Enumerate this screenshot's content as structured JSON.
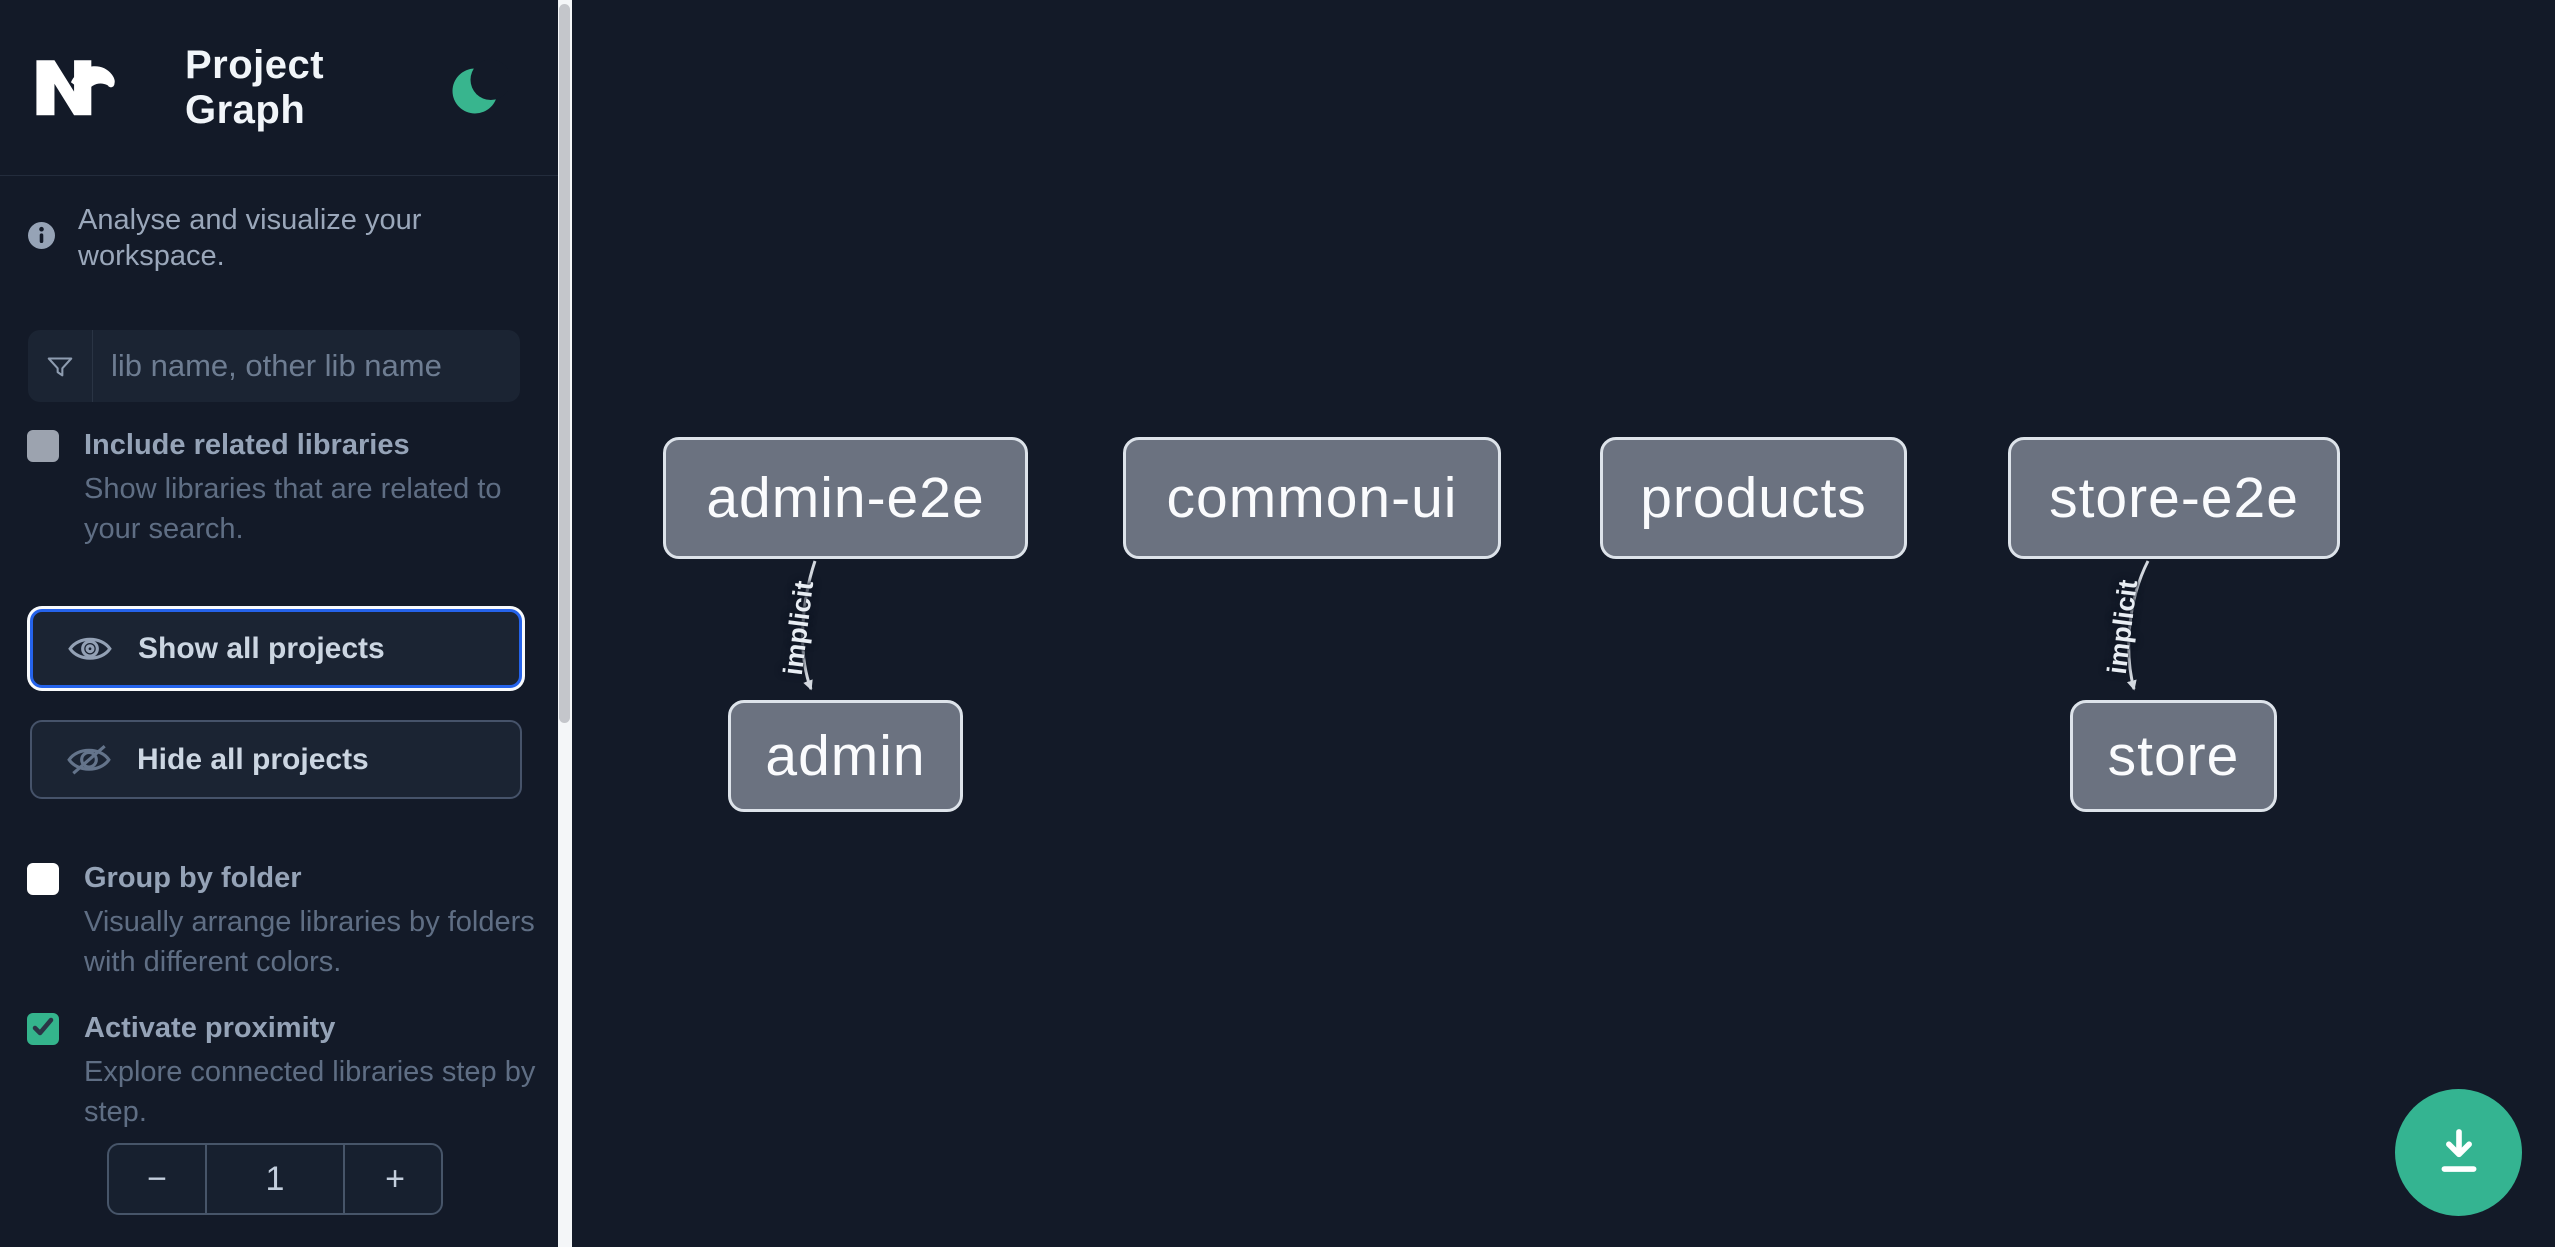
{
  "header": {
    "title": "Project Graph",
    "logo": "nx-logo",
    "theme_icon": "moon"
  },
  "sidebar": {
    "info": {
      "icon": "info-circle-icon",
      "text": "Analyse and visualize your workspace."
    },
    "search": {
      "icon": "filter-funnel-icon",
      "placeholder": "lib name, other lib name",
      "value": ""
    },
    "options": [
      {
        "label": "Include related libraries",
        "description": "Show libraries that are related to your search.",
        "checked": false
      },
      {
        "label": "Group by folder",
        "description": "Visually arrange libraries by folders with different colors.",
        "checked": false
      },
      {
        "label": "Activate proximity",
        "description": "Explore connected libraries step by step.",
        "checked": true
      }
    ],
    "actions": [
      {
        "label": "Show all projects",
        "icon": "eye-icon",
        "focused": true
      },
      {
        "label": "Hide all projects",
        "icon": "eye-off-icon",
        "focused": false
      }
    ],
    "proximity_stepper": {
      "decrement": "−",
      "value": "1",
      "increment": "+"
    }
  },
  "graph": {
    "nodes": [
      {
        "id": "admin-e2e",
        "label": "admin-e2e"
      },
      {
        "id": "common-ui",
        "label": "common-ui"
      },
      {
        "id": "products",
        "label": "products"
      },
      {
        "id": "store-e2e",
        "label": "store-e2e"
      },
      {
        "id": "admin",
        "label": "admin"
      },
      {
        "id": "store",
        "label": "store"
      }
    ],
    "edges": [
      {
        "source": "admin-e2e",
        "target": "admin",
        "label": "implicit"
      },
      {
        "source": "store-e2e",
        "target": "store",
        "label": "implicit"
      }
    ]
  },
  "fab": {
    "icon": "download-icon"
  },
  "colors": {
    "background": "#131a28",
    "accent_green": "#34b48f",
    "focus_blue": "#2563eb",
    "node_fill": "#6b7280",
    "node_border": "#dde3ea"
  }
}
